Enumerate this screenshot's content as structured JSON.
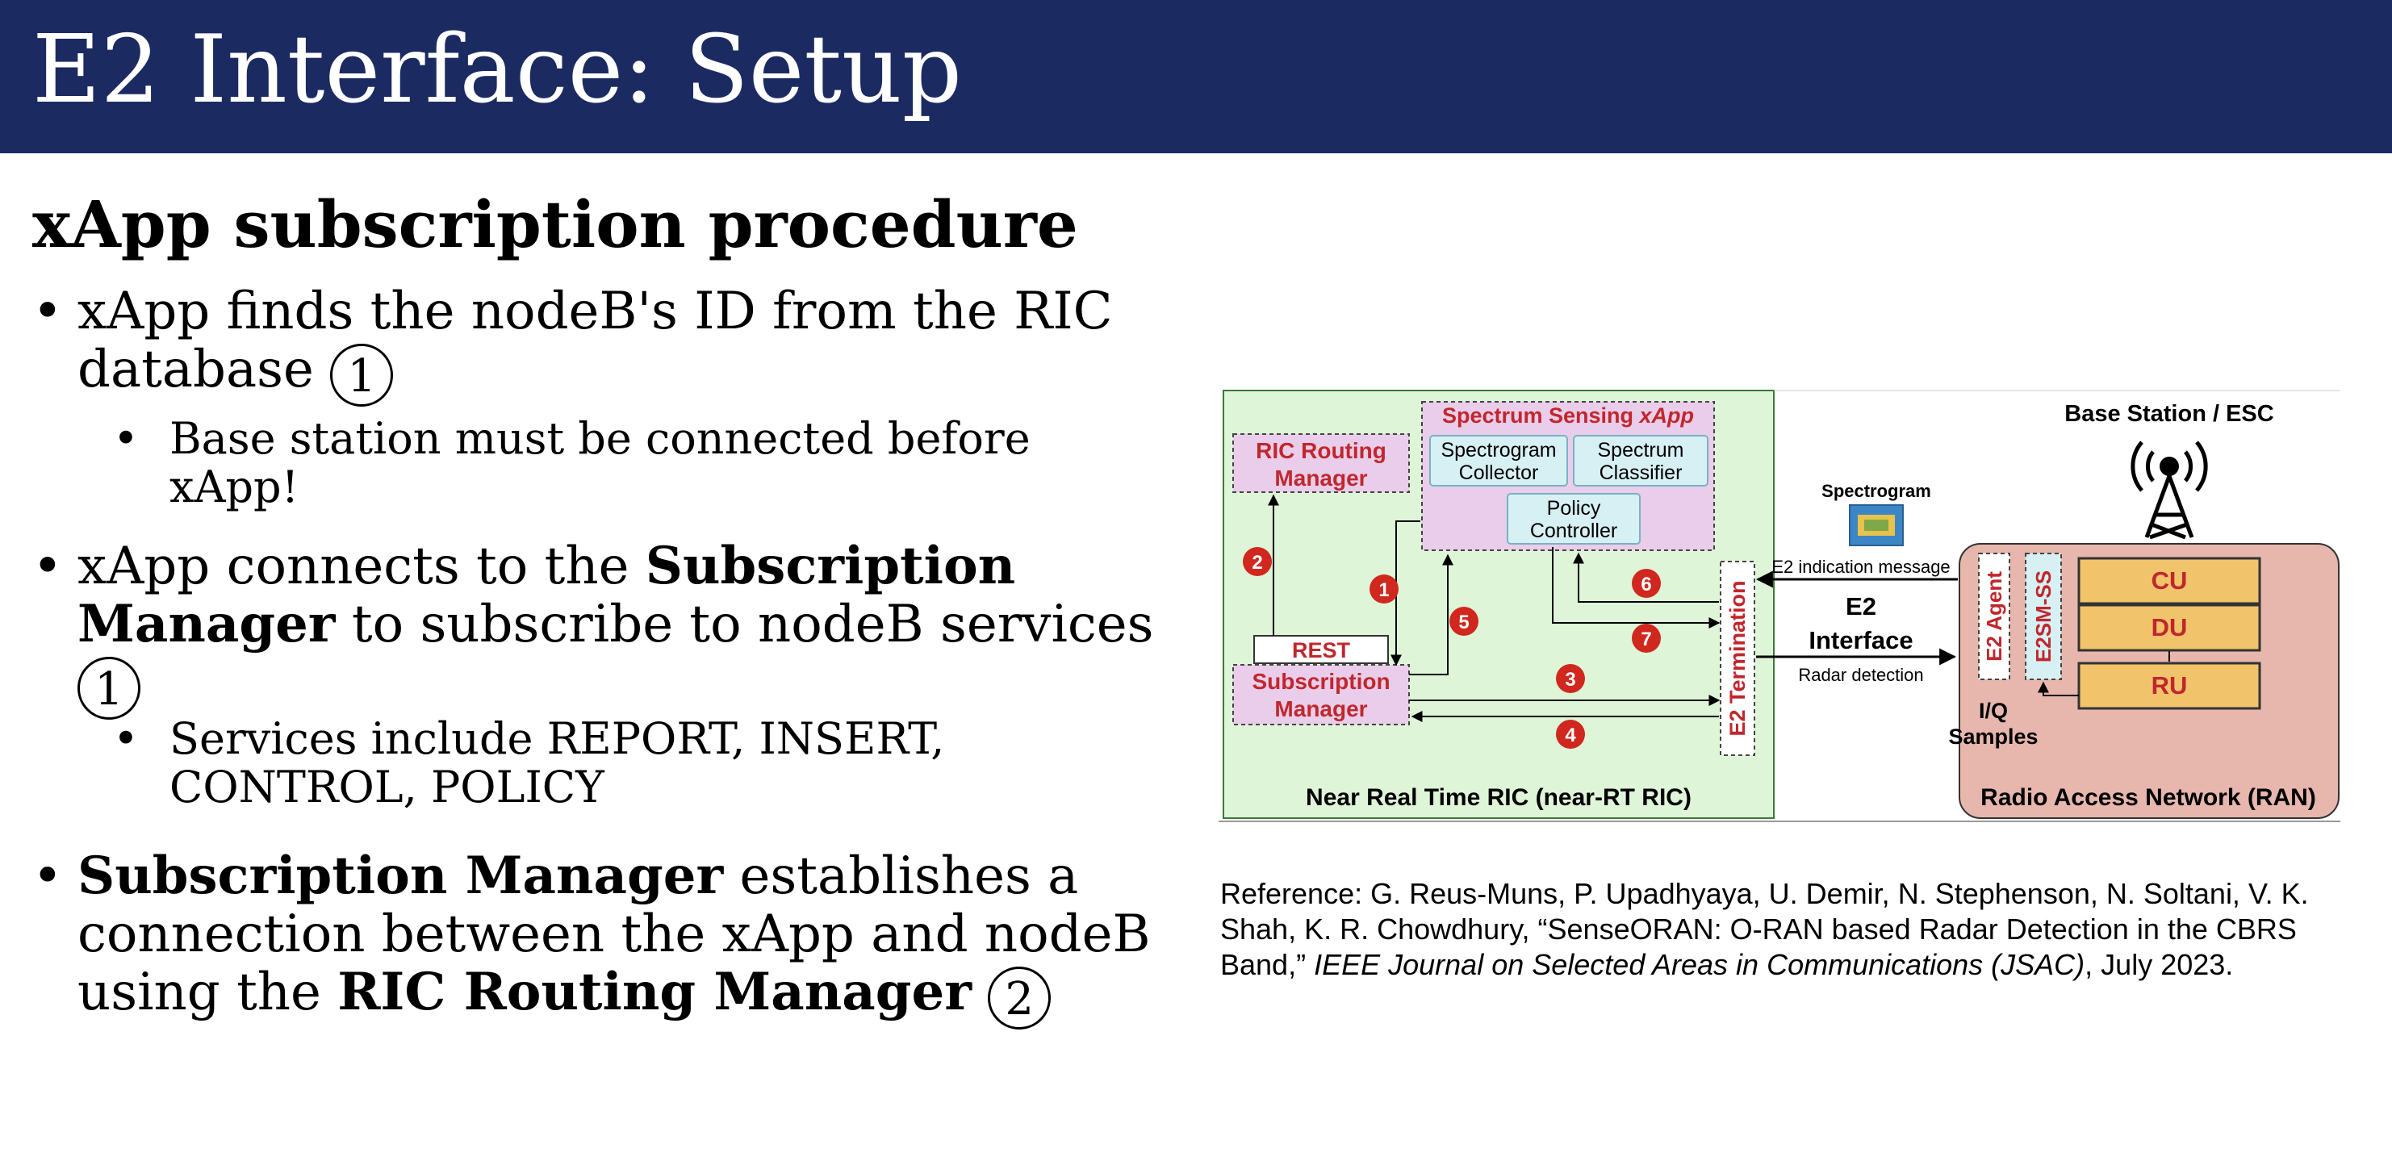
{
  "slide": {
    "title": "E2 Interface: Setup",
    "subheading": "xApp subscription procedure",
    "bullet1": {
      "text": "xApp finds the nodeB's ID from the RIC database",
      "marker": "1"
    },
    "sub1": "Base station must be connected before xApp!",
    "bullet2": {
      "pre": "xApp connects to the ",
      "bold": "Subscription Manager",
      "post": " to subscribe to nodeB services",
      "marker": "1"
    },
    "sub2": "Services include REPORT, INSERT, CONTROL, POLICY",
    "bullet3": {
      "bold1": "Subscription Manager",
      "mid": " establishes a connection between the xApp and nodeB using the ",
      "bold2": "RIC Routing Manager",
      "marker": "2"
    },
    "bullet_char": "•"
  },
  "diagram": {
    "xapp_title_a": "Spectrum Sensing ",
    "xapp_title_b": "xApp",
    "spectrogram_collector_l1": "Spectrogram",
    "spectrogram_collector_l2": "Collector",
    "spectrum_classifier_l1": "Spectrum",
    "spectrum_classifier_l2": "Classifier",
    "policy_controller_l1": "Policy",
    "policy_controller_l2": "Controller",
    "ric_routing_l1": "RIC Routing",
    "ric_routing_l2": "Manager",
    "rest": "REST",
    "subscription_l1": "Subscription",
    "subscription_l2": "Manager",
    "e2_termination": "E2 Termination",
    "ric_label": "Near Real Time RIC (near-RT RIC)",
    "spectrogram_label": "Spectrogram",
    "e2_indication": "E2 indication message",
    "e2_interface_l1": "E2",
    "e2_interface_l2": "Interface",
    "radar_detection": "Radar detection",
    "base_station": "Base Station / ESC",
    "e2_agent": "E2 Agent",
    "e2sm_ss": "E2SM-SS",
    "cu": "CU",
    "du": "DU",
    "ru": "RU",
    "iq_l1": "I/Q",
    "iq_l2": "Samples",
    "ran_label": "Radio Access Network (RAN)",
    "steps": [
      "1",
      "2",
      "3",
      "4",
      "5",
      "6",
      "7"
    ],
    "colors": {
      "ric_bg": "#dff5d8",
      "ran_bg": "#e7b7ad",
      "xapp_bg": "#e9cdea",
      "module_bg": "#d7f0f4",
      "step_red": "#d0271e",
      "label_red": "#c0272d",
      "ran_box": "#f1c36b"
    }
  },
  "reference": {
    "pre": "Reference: G. Reus-Muns, P. Upadhyaya, U. Demir, N. Stephenson, N. Soltani, V. K. Shah, K. R. Chowdhury, “SenseORAN: O-RAN based Radar Detection in the CBRS Band,” ",
    "journal": "IEEE Journal on Selected Areas in Communications (JSAC)",
    "post": ", July 2023."
  }
}
